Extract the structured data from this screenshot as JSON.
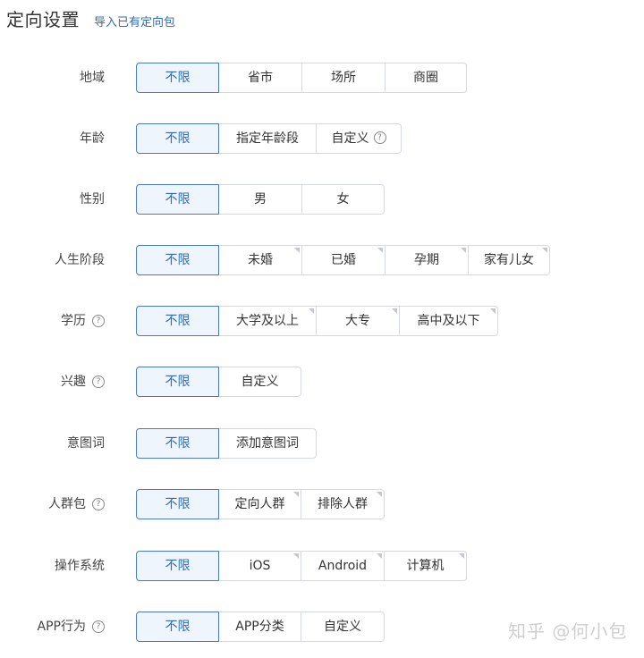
{
  "header": {
    "title": "定向设置",
    "import_link": "导入已有定向包"
  },
  "colors": {
    "accent": "#2d6bb5",
    "active_bg": "#eef5fd",
    "active_border": "#4b7cb5",
    "border": "#d6d9de",
    "corner_mark": "#c4c8ce"
  },
  "rows": [
    {
      "label": "地域",
      "help": false,
      "options": [
        {
          "text": "不限",
          "active": true
        },
        {
          "text": "省市"
        },
        {
          "text": "场所"
        },
        {
          "text": "商圈"
        }
      ]
    },
    {
      "label": "年龄",
      "help": false,
      "options": [
        {
          "text": "不限",
          "active": true
        },
        {
          "text": "指定年龄段"
        },
        {
          "text": "自定义",
          "help": true
        }
      ]
    },
    {
      "label": "性别",
      "help": false,
      "options": [
        {
          "text": "不限",
          "active": true
        },
        {
          "text": "男"
        },
        {
          "text": "女"
        }
      ]
    },
    {
      "label": "人生阶段",
      "help": false,
      "options": [
        {
          "text": "不限",
          "active": true
        },
        {
          "text": "未婚",
          "corner": true
        },
        {
          "text": "已婚",
          "corner": true
        },
        {
          "text": "孕期",
          "corner": true
        },
        {
          "text": "家有儿女",
          "corner": true
        }
      ]
    },
    {
      "label": "学历",
      "help": true,
      "options": [
        {
          "text": "不限",
          "active": true
        },
        {
          "text": "大学及以上",
          "corner": true
        },
        {
          "text": "大专",
          "corner": true
        },
        {
          "text": "高中及以下",
          "corner": true
        }
      ]
    },
    {
      "label": "兴趣",
      "help": true,
      "options": [
        {
          "text": "不限",
          "active": true
        },
        {
          "text": "自定义"
        }
      ]
    },
    {
      "label": "意图词",
      "help": false,
      "options": [
        {
          "text": "不限",
          "active": true
        },
        {
          "text": "添加意图词"
        }
      ]
    },
    {
      "label": "人群包",
      "help": true,
      "options": [
        {
          "text": "不限",
          "active": true
        },
        {
          "text": "定向人群",
          "corner": true
        },
        {
          "text": "排除人群",
          "corner": true
        }
      ]
    },
    {
      "label": "操作系统",
      "help": false,
      "options": [
        {
          "text": "不限",
          "active": true
        },
        {
          "text": "iOS",
          "corner": true
        },
        {
          "text": "Android",
          "corner": true
        },
        {
          "text": "计算机",
          "corner": true
        }
      ]
    },
    {
      "label": "APP行为",
      "help": true,
      "options": [
        {
          "text": "不限",
          "active": true
        },
        {
          "text": "APP分类"
        },
        {
          "text": "自定义"
        }
      ]
    }
  ],
  "help_glyph": "?",
  "watermark": "知乎 @何小包"
}
